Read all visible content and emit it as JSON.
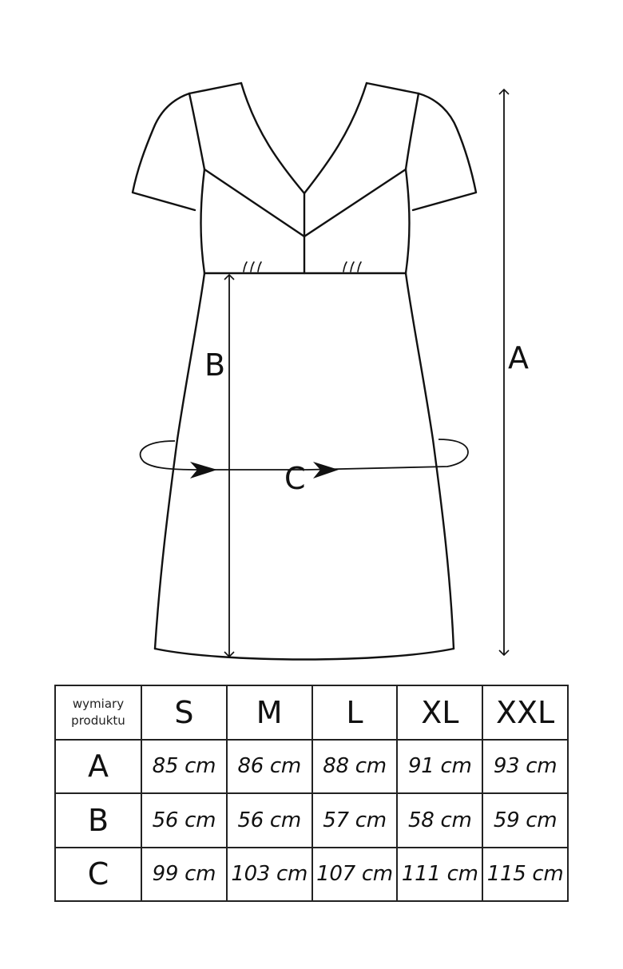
{
  "diagram": {
    "labels": {
      "a": "A",
      "b": "B",
      "c": "C"
    }
  },
  "table": {
    "corner_label": "wymiary produktu",
    "sizes": [
      "S",
      "M",
      "L",
      "XL",
      "XXL"
    ],
    "rows": [
      {
        "label": "A",
        "values": [
          "85 cm",
          "86 cm",
          "88 cm",
          "91 cm",
          "93 cm"
        ]
      },
      {
        "label": "B",
        "values": [
          "56 cm",
          "56 cm",
          "57 cm",
          "58 cm",
          "59 cm"
        ]
      },
      {
        "label": "C",
        "values": [
          "99 cm",
          "103 cm",
          "107 cm",
          "111 cm",
          "115 cm"
        ]
      }
    ]
  }
}
